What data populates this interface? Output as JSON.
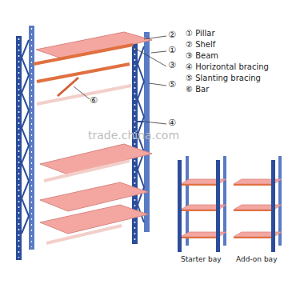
{
  "diagram": {
    "labels": [
      "②",
      "① Pillar",
      "①",
      "② Shelf",
      "③",
      "③ Beam",
      "④ Horizontal bracing",
      "⑤ Slanting bracing",
      "⑤",
      "⑥ Bar",
      "⑥",
      "④",
      "trade.china.com",
      "Starter bay",
      "Add-on bay"
    ]
  }
}
